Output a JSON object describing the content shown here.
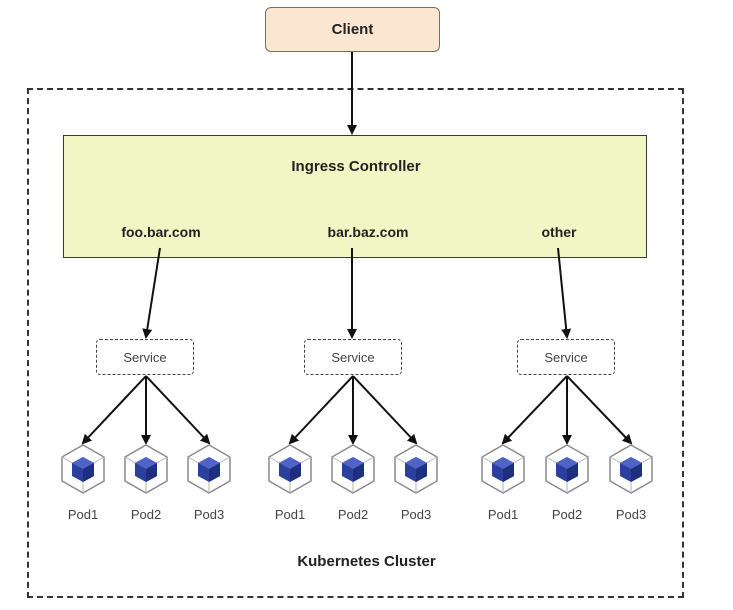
{
  "client": {
    "label": "Client"
  },
  "ingress": {
    "title": "Ingress Controller",
    "routes": [
      "foo.bar.com",
      "bar.baz.com",
      "other"
    ]
  },
  "groups": [
    {
      "service": "Service",
      "pods": [
        "Pod1",
        "Pod2",
        "Pod3"
      ]
    },
    {
      "service": "Service",
      "pods": [
        "Pod1",
        "Pod2",
        "Pod3"
      ]
    },
    {
      "service": "Service",
      "pods": [
        "Pod1",
        "Pod2",
        "Pod3"
      ]
    }
  ],
  "cluster": {
    "label": "Kubernetes Cluster"
  },
  "colors": {
    "client_fill": "#fbe7d1",
    "ingress_fill": "#f1f7c4",
    "pod_cube": "#2b3f9e"
  },
  "icons": {
    "pod": "cube-icon"
  }
}
